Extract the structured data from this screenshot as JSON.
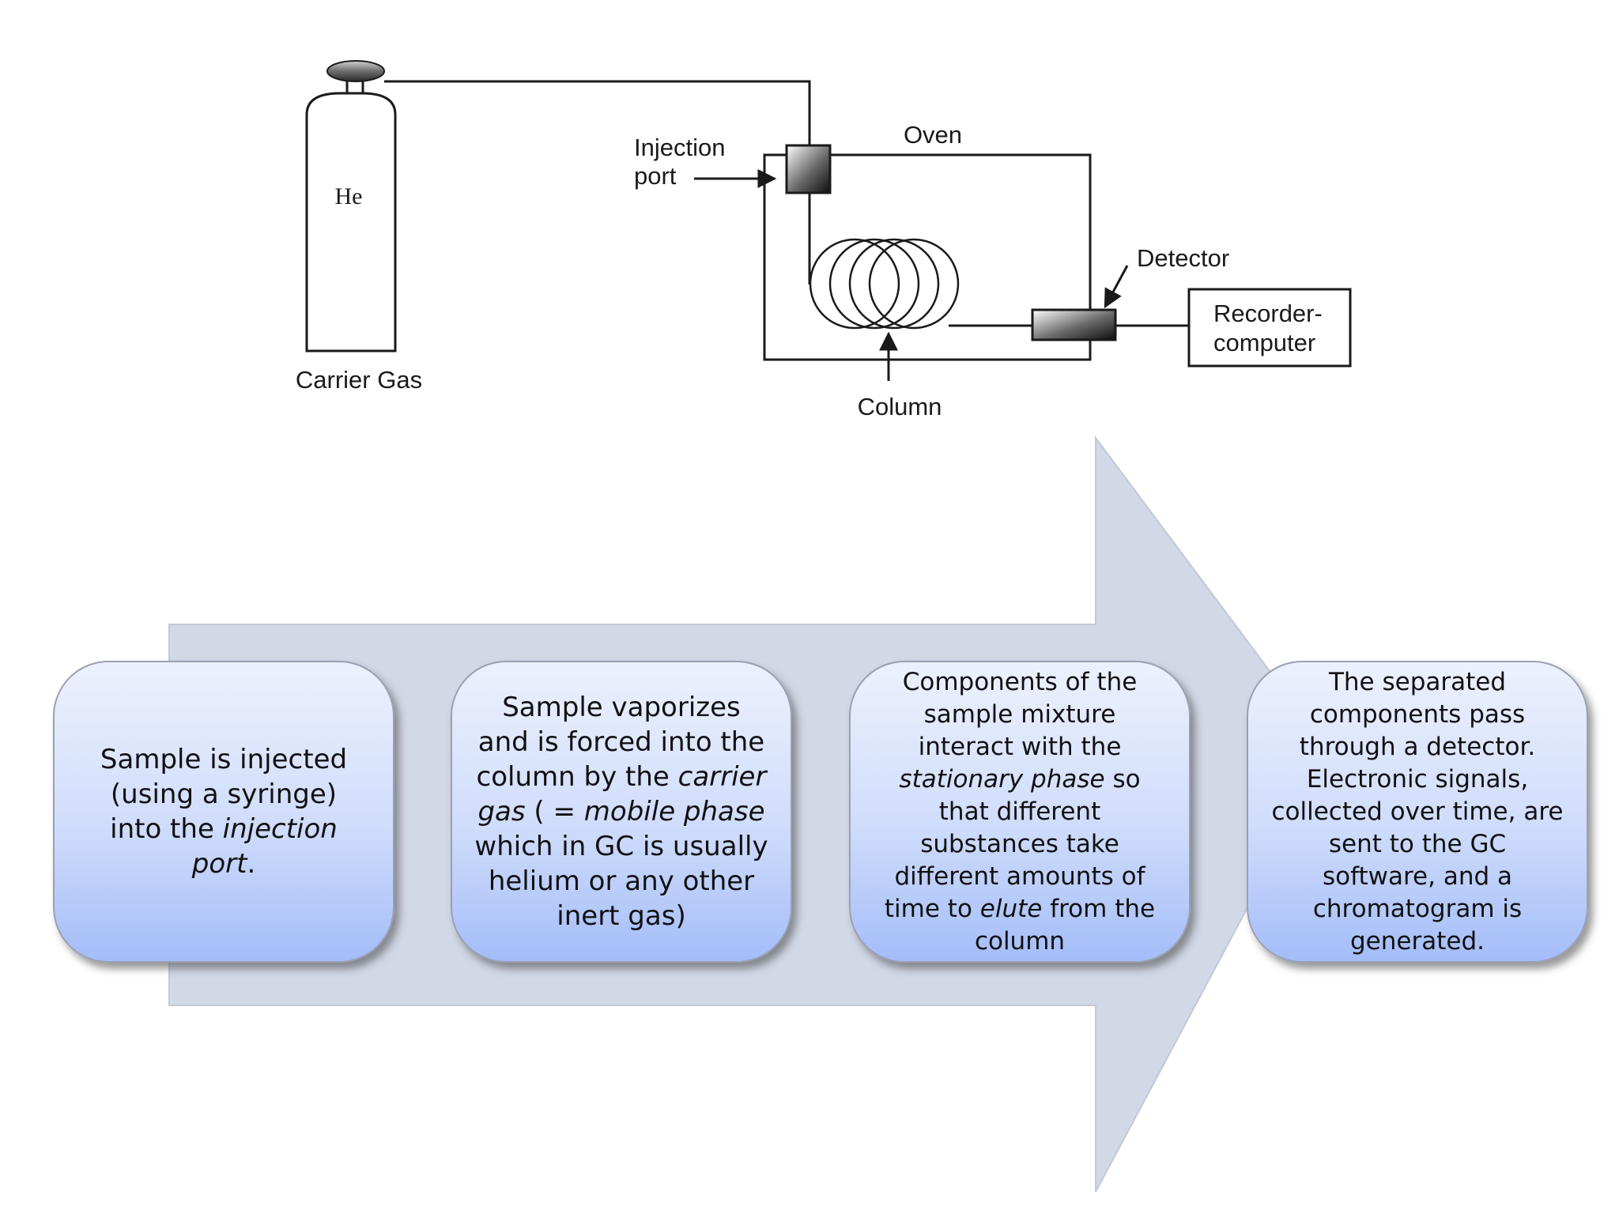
{
  "apparatus": {
    "cylinder_gas": "He",
    "carrier_gas_label": "Carrier Gas",
    "injection_port_label_line1": "Injection",
    "injection_port_label_line2": "port",
    "oven_label": "Oven",
    "detector_label": "Detector",
    "column_label": "Column",
    "recorder_label_line1": "Recorder-",
    "recorder_label_line2": "computer"
  },
  "colors": {
    "arrow_fill": "#d1d8e6",
    "box_top": "#edf1fd",
    "box_bottom": "#a4bdf9",
    "line": "#1a1a1a"
  },
  "steps": [
    {
      "segments": [
        {
          "text": "Sample is injected (using a syringe) into the "
        },
        {
          "text": "injection port",
          "italic": true
        },
        {
          "text": "."
        }
      ]
    },
    {
      "segments": [
        {
          "text": "Sample vaporizes and is forced into the column by the "
        },
        {
          "text": "carrier gas",
          "italic": true
        },
        {
          "text": " ( = "
        },
        {
          "text": "mobile phase",
          "italic": true
        },
        {
          "text": " which in GC is usually helium or any other inert gas)"
        }
      ]
    },
    {
      "segments": [
        {
          "text": "Components of the sample mixture interact with the "
        },
        {
          "text": "stationary phase",
          "italic": true
        },
        {
          "text": " so that different substances take different amounts of time to "
        },
        {
          "text": "elute",
          "italic": true
        },
        {
          "text": " from the column"
        }
      ]
    },
    {
      "segments": [
        {
          "text": "The separated components pass through a detector. Electronic signals, collected over time, are sent to the GC software, and a chromatogram is generated."
        }
      ]
    }
  ]
}
